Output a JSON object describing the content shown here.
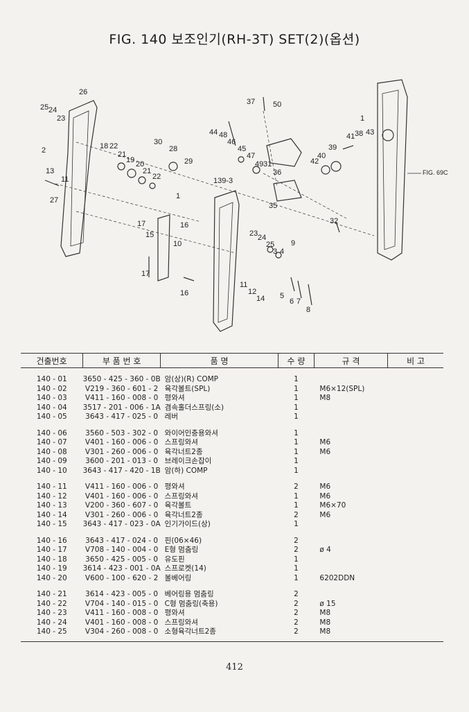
{
  "title": "FIG. 140 보조인기(RH-3T) SET(2)(옵션)",
  "diagram": {
    "callouts": [
      "26",
      "25",
      "24",
      "23",
      "2",
      "13",
      "11",
      "27",
      "18",
      "22",
      "21",
      "19",
      "20",
      "21",
      "22",
      "30",
      "28",
      "29",
      "1",
      "17",
      "15",
      "16",
      "10",
      "17",
      "16",
      "139-3",
      "44",
      "48",
      "46",
      "45",
      "47",
      "49",
      "31",
      "36",
      "35",
      "37",
      "50",
      "42",
      "40",
      "39",
      "41",
      "38",
      "43",
      "1",
      "23",
      "24",
      "25",
      "3",
      "4",
      "9",
      "5",
      "6",
      "7",
      "8",
      "32",
      "11",
      "12",
      "14"
    ],
    "figref": "FIG. 69C"
  },
  "table": {
    "headers": [
      "건출번호",
      "부 품 번 호",
      "품 명",
      "수 량",
      "규 격",
      "비 고"
    ],
    "groups": [
      [
        [
          "140 - 01",
          "3650 - 425 - 360 - 0B",
          "암(상)(R) COMP",
          "1",
          ""
        ],
        [
          "140 - 02",
          "V219 - 360 - 601 - 2",
          "육각볼트(SPL)",
          "1",
          "M6×12(SPL)"
        ],
        [
          "140 - 03",
          "V411 - 160 - 008 - 0",
          "평와셔",
          "1",
          "M8"
        ],
        [
          "140 - 04",
          "3517 - 201 - 006 - 1A",
          "겸속홀더스프링(소)",
          "1",
          ""
        ],
        [
          "140 - 05",
          "3643 - 417 - 025 - 0",
          "레버",
          "1",
          ""
        ]
      ],
      [
        [
          "140 - 06",
          "3560 - 503 - 302 - 0",
          "와이어인충용와셔",
          "1",
          ""
        ],
        [
          "140 - 07",
          "V401 - 160 - 006 - 0",
          "스프링와셔",
          "1",
          "M6"
        ],
        [
          "140 - 08",
          "V301 - 260 - 006 - 0",
          "육각너트2종",
          "1",
          "M6"
        ],
        [
          "140 - 09",
          "3600 - 201 - 013 - 0",
          "브레이크손잡이",
          "1",
          ""
        ],
        [
          "140 - 10",
          "3643 - 417 - 420 - 1B",
          "암(하) COMP",
          "1",
          ""
        ]
      ],
      [
        [
          "140 - 11",
          "V411 - 160 - 006 - 0",
          "평와셔",
          "2",
          "M6"
        ],
        [
          "140 - 12",
          "V401 - 160 - 006 - 0",
          "스프링와셔",
          "1",
          "M6"
        ],
        [
          "140 - 13",
          "V200 - 360 - 607 - 0",
          "육각볼트",
          "1",
          "M6×70"
        ],
        [
          "140 - 14",
          "V301 - 260 - 006 - 0",
          "육각너트2종",
          "2",
          "M6"
        ],
        [
          "140 - 15",
          "3643 - 417 - 023 - 0A",
          "인기가이드(상)",
          "1",
          ""
        ]
      ],
      [
        [
          "140 - 16",
          "3643 - 417 - 024 - 0",
          "핀(06×46)",
          "2",
          ""
        ],
        [
          "140 - 17",
          "V708 - 140 - 004 - 0",
          "E형 멈춤링",
          "2",
          "ø 4"
        ],
        [
          "140 - 18",
          "3650 - 425 - 005 - 0",
          "유도핀",
          "1",
          ""
        ],
        [
          "140 - 19",
          "3614 - 423 - 001 - 0A",
          "스프로켓(14)",
          "1",
          ""
        ],
        [
          "140 - 20",
          "V600 - 100 - 620 - 2",
          "볼베어링",
          "1",
          "6202DDN"
        ]
      ],
      [
        [
          "140 - 21",
          "3614 - 423 - 005 - 0",
          "베어링용 멈춤링",
          "2",
          ""
        ],
        [
          "140 - 22",
          "V704 - 140 - 015 - 0",
          "C형 멈춤링(축용)",
          "2",
          "ø 15"
        ],
        [
          "140 - 23",
          "V411 - 160 - 008 - 0",
          "평와셔",
          "2",
          "M8"
        ],
        [
          "140 - 24",
          "V401 - 160 - 008 - 0",
          "스프링와셔",
          "2",
          "M8"
        ],
        [
          "140 - 25",
          "V304 - 260 - 008 - 0",
          "소형육각너트2종",
          "2",
          "M8"
        ]
      ]
    ]
  },
  "page_number": "412"
}
